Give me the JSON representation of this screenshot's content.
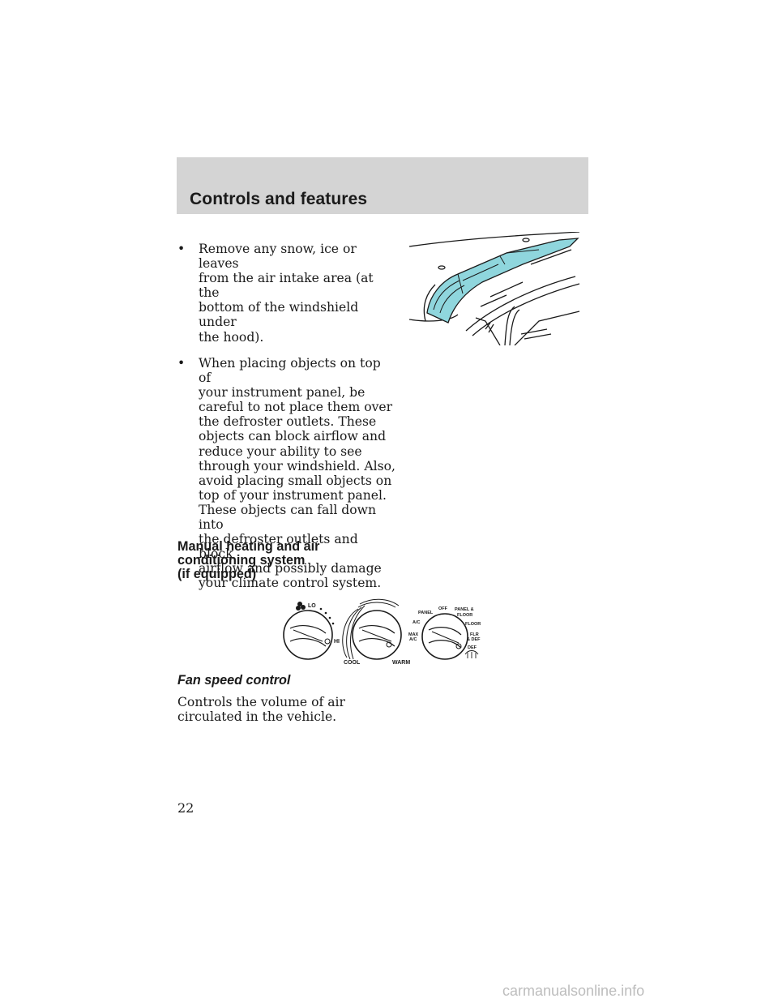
{
  "header": {
    "section_title": "Controls and features"
  },
  "bullets": [
    {
      "symbol": "•",
      "text": "Remove any snow, ice or leaves\nfrom the air intake area (at the\nbottom of the windshield under\nthe hood)."
    },
    {
      "symbol": "•",
      "text": "When placing objects on top of\nyour instrument panel, be\ncareful to not place them over\nthe defroster outlets. These\nobjects can block airflow and\nreduce your ability to see\nthrough your windshield. Also,\navoid placing small objects on\ntop of your instrument panel.\nThese objects can fall down into\nthe defroster outlets and block\nairflow and possibly damage\nyour climate control system."
    }
  ],
  "section": {
    "heading": "Manual heating and air\nconditioning system\n(if equipped)"
  },
  "climate_diagram": {
    "fan_labels": {
      "lo": "LO",
      "hi": "HI"
    },
    "temp_labels": {
      "cool": "COOL",
      "warm": "WARM"
    },
    "mode_labels": {
      "panel": "PANEL",
      "off": "OFF",
      "panel_floor_1": "PANEL &",
      "panel_floor_2": "FLOOR",
      "ac": "A/C",
      "floor": "FLOOR",
      "max_1": "MAX",
      "max_2": "A/C",
      "flr_def_1": "FLR",
      "flr_def_2": "& DEF",
      "def": "DEF"
    }
  },
  "fan_speed": {
    "heading": "Fan speed control",
    "text": "Controls the volume of air\ncirculated in the vehicle."
  },
  "footer": {
    "page_number": "22",
    "watermark": "carmanualsonline.info"
  }
}
